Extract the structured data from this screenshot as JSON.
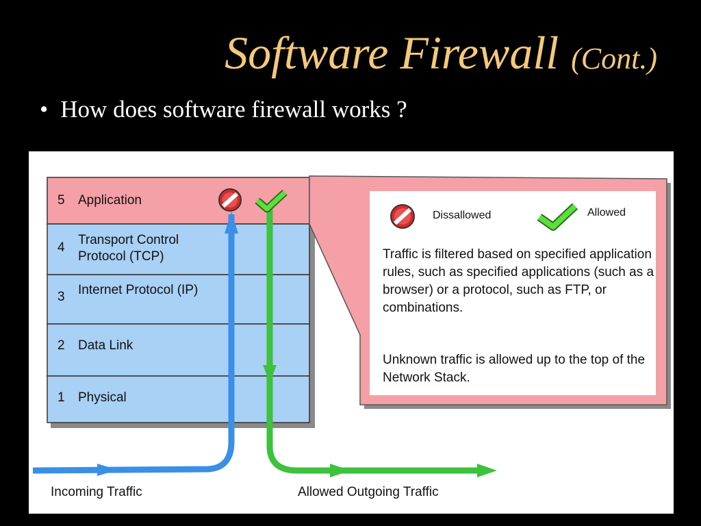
{
  "slide": {
    "title": "Software Firewall",
    "title_suffix": "(Cont.)",
    "bullet": "How does software firewall works ?"
  },
  "diagram": {
    "layers": [
      {
        "number": "5",
        "name": "Application",
        "color": "#f4a0a6"
      },
      {
        "number": "4",
        "name": "Transport Control Protocol (TCP)",
        "color": "#a9d0f5"
      },
      {
        "number": "3",
        "name": "Internet Protocol (IP)",
        "color": "#a9d0f5"
      },
      {
        "number": "2",
        "name": "Data Link",
        "color": "#a9d0f5"
      },
      {
        "number": "1",
        "name": "Physical",
        "color": "#a9d0f5"
      }
    ],
    "legend": {
      "disallowed": "Dissallowed",
      "allowed": "Allowed"
    },
    "description_1": "Traffic is filtered based on specified application rules, such as specified applications (such as a browser) or a protocol, such as FTP, or combinations.",
    "description_2": "Unknown traffic is allowed up to the top of the Network Stack.",
    "incoming_label": "Incoming Traffic",
    "outgoing_label": "Allowed Outgoing Traffic",
    "colors": {
      "incoming_arrow": "#3a8fe6",
      "outgoing_arrow": "#3cc23c",
      "disallowed_icon": "#d42a2a",
      "callout": "#f4a0a6"
    }
  }
}
